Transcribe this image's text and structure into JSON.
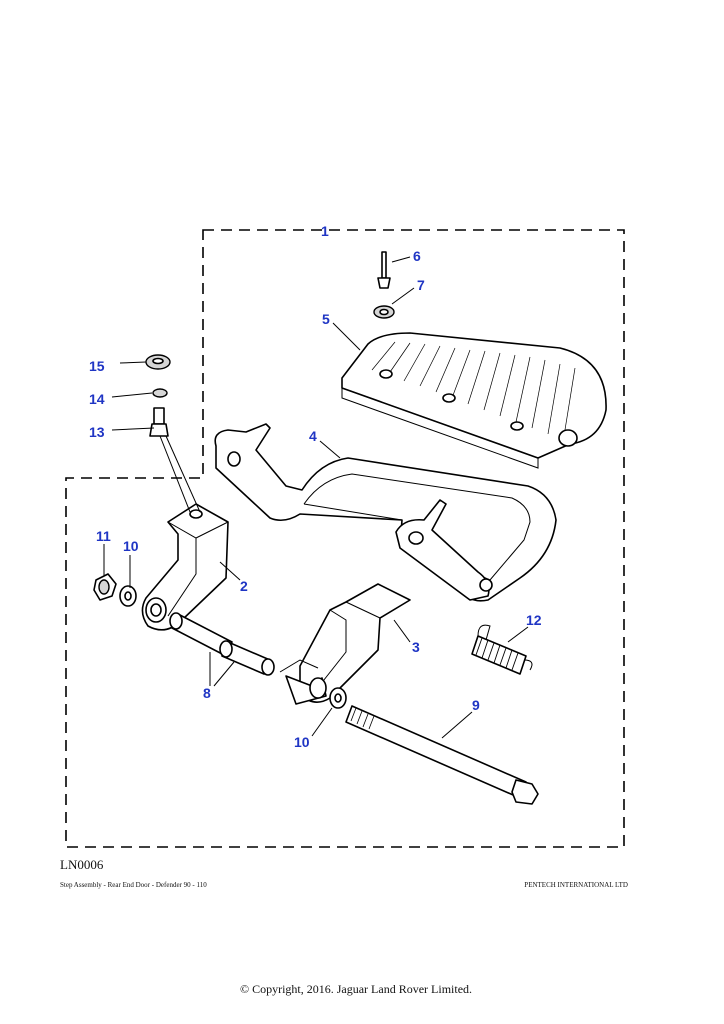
{
  "diagram": {
    "drawing_code": "LN0006",
    "caption": "Step Assembly - Rear End Door - Defender 90 - 110",
    "publisher": "PENTECH INTERNATIONAL LTD",
    "copyright": "© Copyright, 2016. Jaguar Land Rover Limited.",
    "callout_color": "#1f35c4",
    "callouts": [
      {
        "id": "c1",
        "label": "1"
      },
      {
        "id": "c2",
        "label": "2"
      },
      {
        "id": "c3",
        "label": "3"
      },
      {
        "id": "c4",
        "label": "4"
      },
      {
        "id": "c5",
        "label": "5"
      },
      {
        "id": "c6",
        "label": "6"
      },
      {
        "id": "c7",
        "label": "7"
      },
      {
        "id": "c8",
        "label": "8"
      },
      {
        "id": "c9",
        "label": "9"
      },
      {
        "id": "c10a",
        "label": "10"
      },
      {
        "id": "c10b",
        "label": "10"
      },
      {
        "id": "c11",
        "label": "11"
      },
      {
        "id": "c12",
        "label": "12"
      },
      {
        "id": "c13",
        "label": "13"
      },
      {
        "id": "c14",
        "label": "14"
      },
      {
        "id": "c15",
        "label": "15"
      }
    ]
  }
}
